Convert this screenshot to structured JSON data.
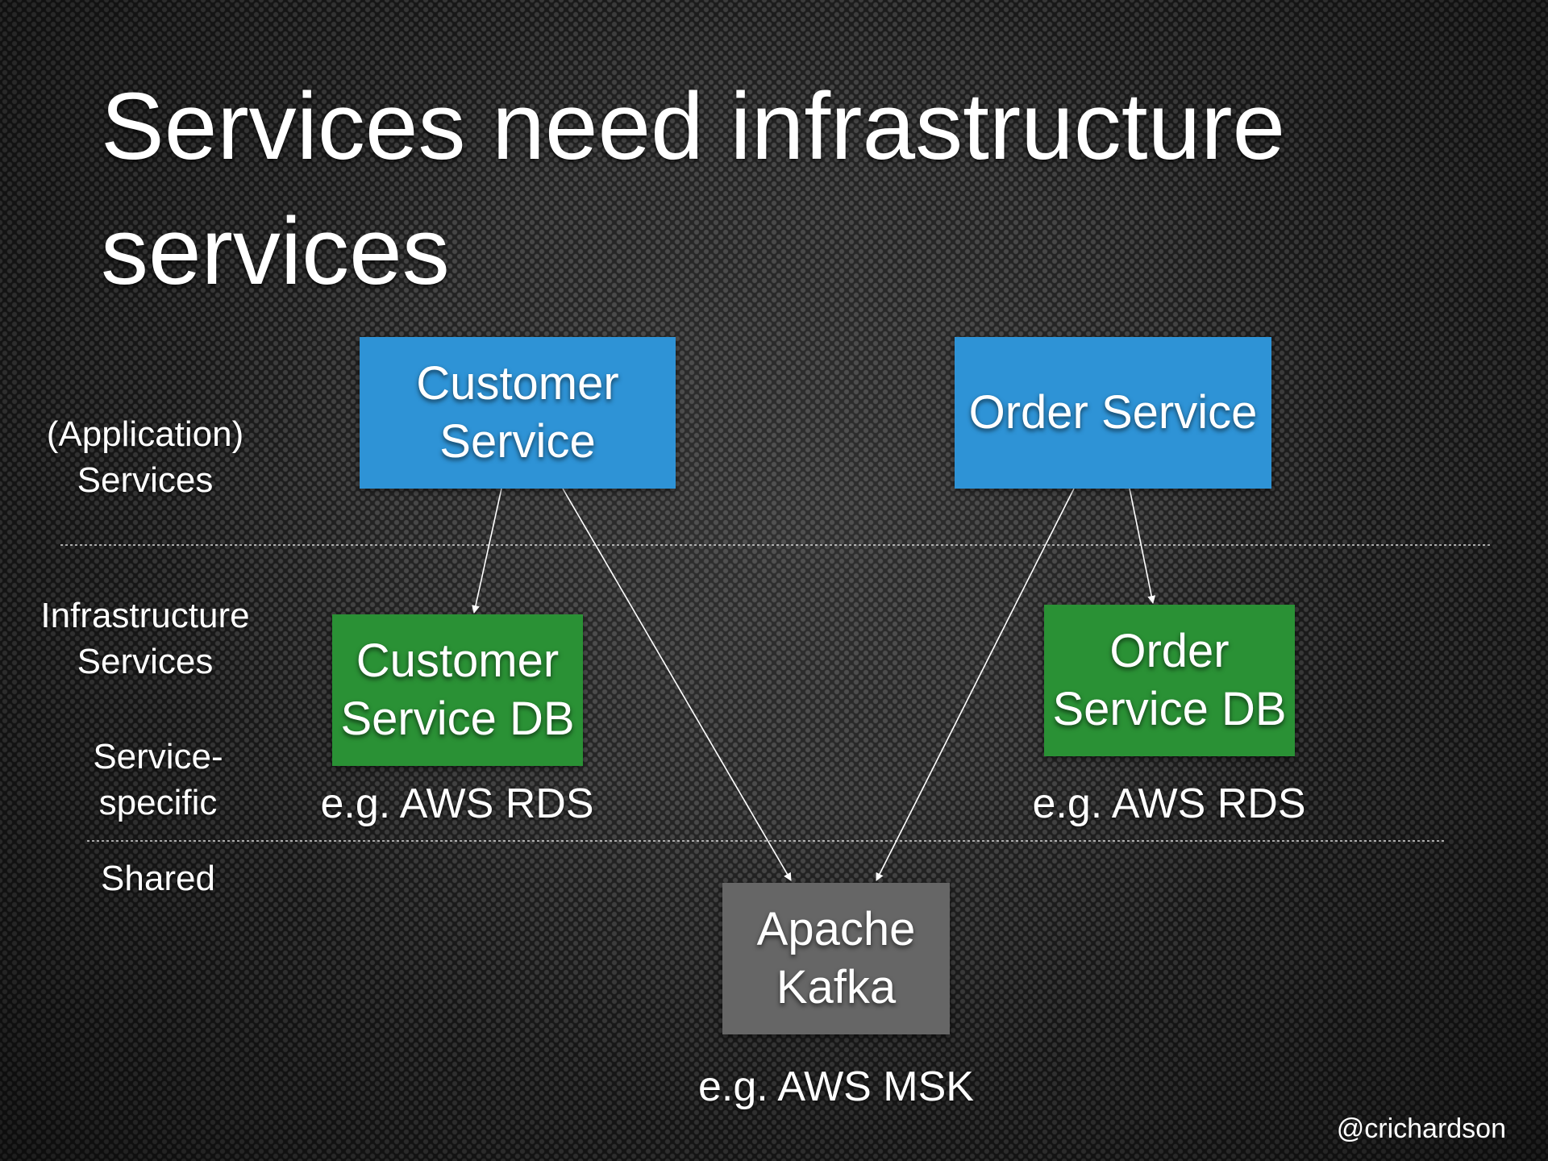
{
  "title": {
    "line1": "Services need infrastructure",
    "line2": "services"
  },
  "row_labels": {
    "application": {
      "line1": "(Application)",
      "line2": "Services"
    },
    "infrastructure": {
      "line1": "Infrastructure",
      "line2": "Services"
    },
    "service_specific": {
      "line1": "Service-",
      "line2": "specific"
    },
    "shared": "Shared"
  },
  "nodes": {
    "customer_service": {
      "line1": "Customer",
      "line2": "Service"
    },
    "order_service": {
      "line1": "Order Service"
    },
    "customer_service_db": {
      "line1": "Customer",
      "line2": "Service DB"
    },
    "order_service_db": {
      "line1": "Order",
      "line2": "Service DB"
    },
    "apache_kafka": {
      "line1": "Apache",
      "line2": "Kafka"
    }
  },
  "captions": {
    "customer_db": "e.g. AWS RDS",
    "order_db": "e.g. AWS RDS",
    "kafka": "e.g. AWS MSK"
  },
  "edges": [
    {
      "from": "Customer Service",
      "to": "Customer Service DB"
    },
    {
      "from": "Customer Service",
      "to": "Apache Kafka"
    },
    {
      "from": "Order Service",
      "to": "Order Service DB"
    },
    {
      "from": "Order Service",
      "to": "Apache Kafka"
    }
  ],
  "colors": {
    "application_service": "#2e93d6",
    "service_db": "#2a9135",
    "shared_infrastructure": "#666666",
    "background": "#1c1c1c"
  },
  "footer": {
    "handle": "@crichardson"
  }
}
